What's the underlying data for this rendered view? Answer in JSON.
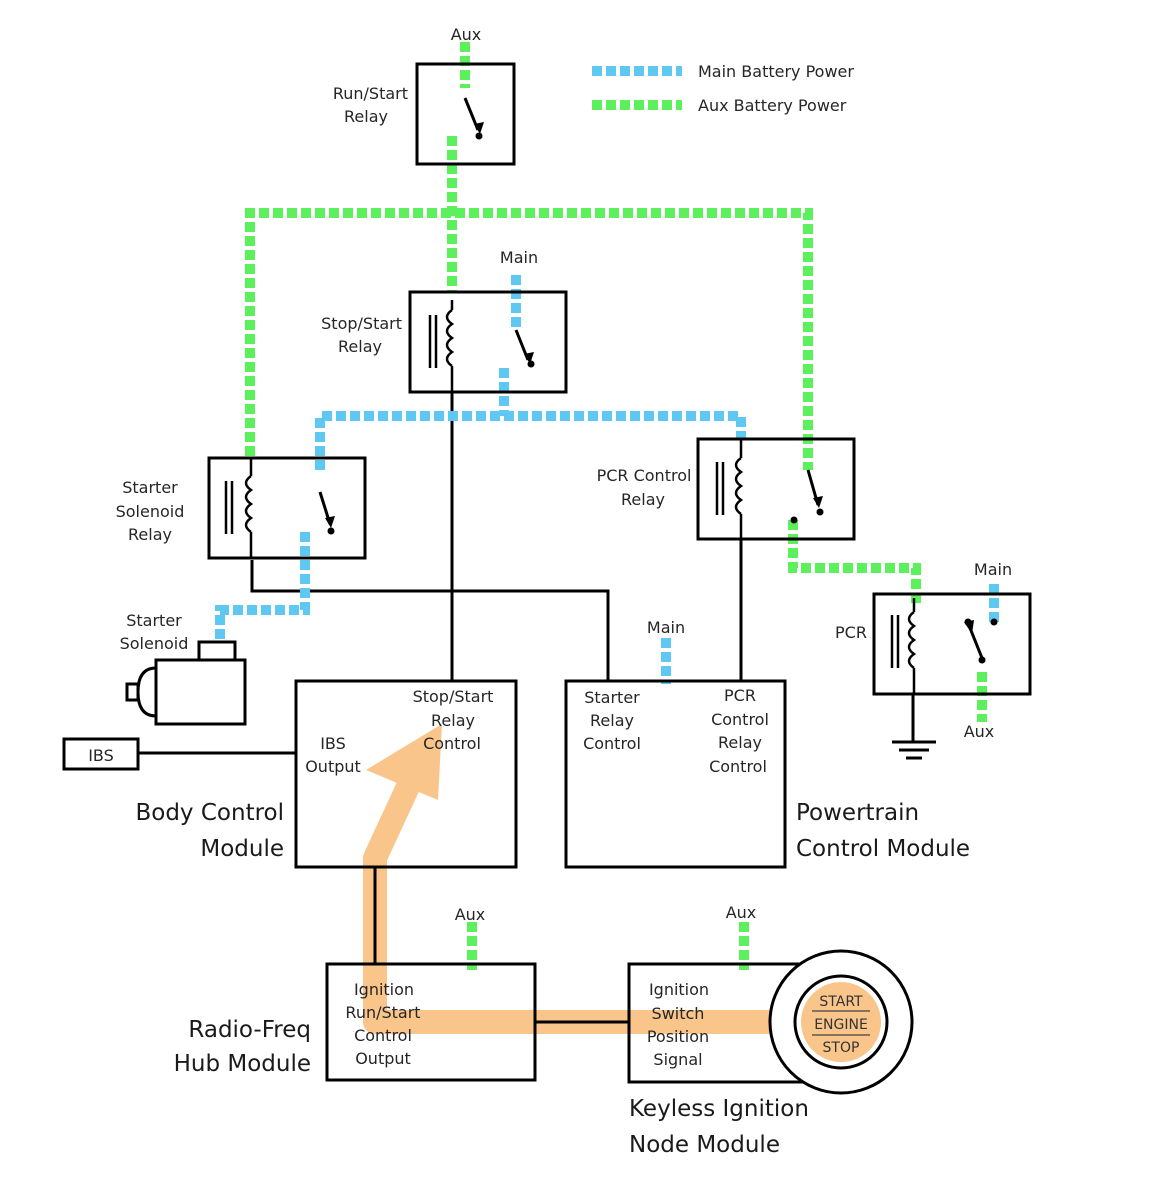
{
  "colors": {
    "main_power": "#5ec8f2",
    "aux_power": "#5cf05c",
    "signal_flow": "#f9c58a",
    "wire": "#000000"
  },
  "legend": {
    "main": "Main Battery Power",
    "aux": "Aux Battery Power"
  },
  "relays": {
    "run_start": [
      "Run/Start",
      "Relay"
    ],
    "stop_start": [
      "Stop/Start",
      "Relay"
    ],
    "starter_solenoid_relay": [
      "Starter",
      "Solenoid",
      "Relay"
    ],
    "pcr_control": [
      "PCR Control",
      "Relay"
    ],
    "pcr": "PCR"
  },
  "components": {
    "starter_solenoid": [
      "Starter",
      "Solenoid"
    ],
    "ibs": "IBS"
  },
  "power_labels": {
    "run_start_aux": "Aux",
    "stop_start_main": "Main",
    "pcm_main": "Main",
    "pcr_main": "Main",
    "pcr_aux": "Aux",
    "rfh_aux": "Aux",
    "kin_aux": "Aux"
  },
  "modules": {
    "bcm": {
      "name": [
        "Body Control",
        "Module"
      ],
      "ibs_output": [
        "IBS",
        "Output"
      ],
      "stop_start_control": [
        "Stop/Start",
        "Relay",
        "Control"
      ]
    },
    "pcm": {
      "name": [
        "Powertrain",
        "Control Module"
      ],
      "starter_relay_control": [
        "Starter",
        "Relay",
        "Control"
      ],
      "pcr_control_relay_control": [
        "PCR",
        "Control",
        "Relay",
        "Control"
      ]
    },
    "rfh": {
      "name": [
        "Radio-Freq",
        "Hub Module"
      ],
      "output": [
        "Ignition",
        "Run/Start",
        "Control",
        "Output"
      ]
    },
    "kin": {
      "name": [
        "Keyless Ignition",
        "Node Module"
      ],
      "signal": [
        "Ignition",
        "Switch",
        "Position",
        "Signal"
      ]
    }
  },
  "start_button": [
    "START",
    "ENGINE",
    "STOP"
  ]
}
